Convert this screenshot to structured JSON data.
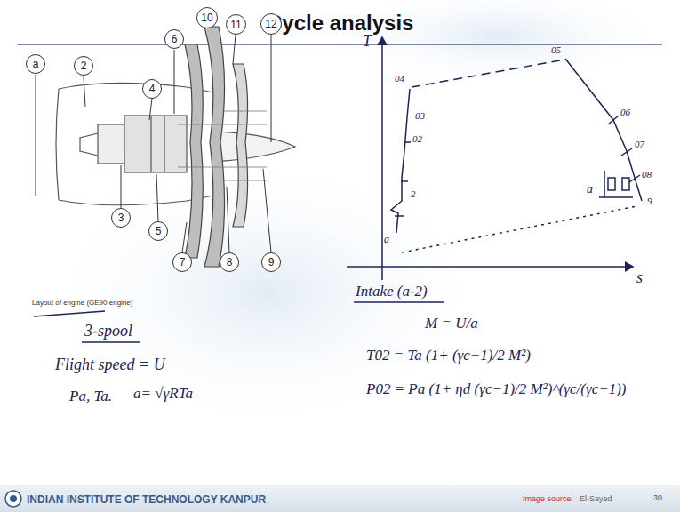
{
  "diagram": {
    "title": "Cycle analysis",
    "nodes": [
      {
        "text": [
          "a"
        ]
      },
      {
        "text": [
          "2"
        ]
      },
      {
        "text": [
          "4"
        ]
      },
      {
        "text": [
          "6"
        ]
      },
      {
        "text": [
          "10"
        ]
      },
      {
        "text": [
          "11"
        ]
      },
      {
        "text": [
          "12"
        ]
      },
      {
        "text": [
          "3"
        ]
      },
      {
        "text": [
          "5"
        ]
      },
      {
        "text": [
          "7"
        ]
      },
      {
        "text": [
          "8"
        ]
      },
      {
        "text": [
          "9"
        ]
      }
    ],
    "labels": [
      "Layout of engine (GE90 engine)",
      "3-spool",
      "Flight speed = U",
      "Pa, Ta.",
      "a= √γRTa",
      "T",
      "s",
      "04",
      "03",
      "02",
      "2",
      "a",
      "05",
      "06",
      "07",
      "08",
      "9",
      "a",
      "Intake (a-2)",
      "M = U/a",
      "T02 = Ta (1+ (γc−1)/2 M²)",
      "P02 = Pa (1+ ηd (γc−1)/2 M²)^(γc/(γc−1))",
      "INDIAN INSTITUTE OF TECHNOLOGY KANPUR",
      "Image source:",
      "El-Sayed",
      "30"
    ]
  }
}
